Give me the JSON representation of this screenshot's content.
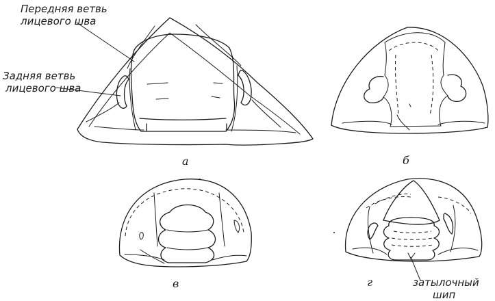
{
  "labels": {
    "anterior_branch": [
      "Передняя ветвь",
      "лицевого шва"
    ],
    "posterior_branch": [
      "Задняя ветвь",
      "лицевого шва"
    ],
    "occipital_spine": [
      "затылочный",
      "шип"
    ]
  },
  "figure_letters": {
    "a": "а",
    "b": "б",
    "v": "в",
    "g": "г"
  }
}
